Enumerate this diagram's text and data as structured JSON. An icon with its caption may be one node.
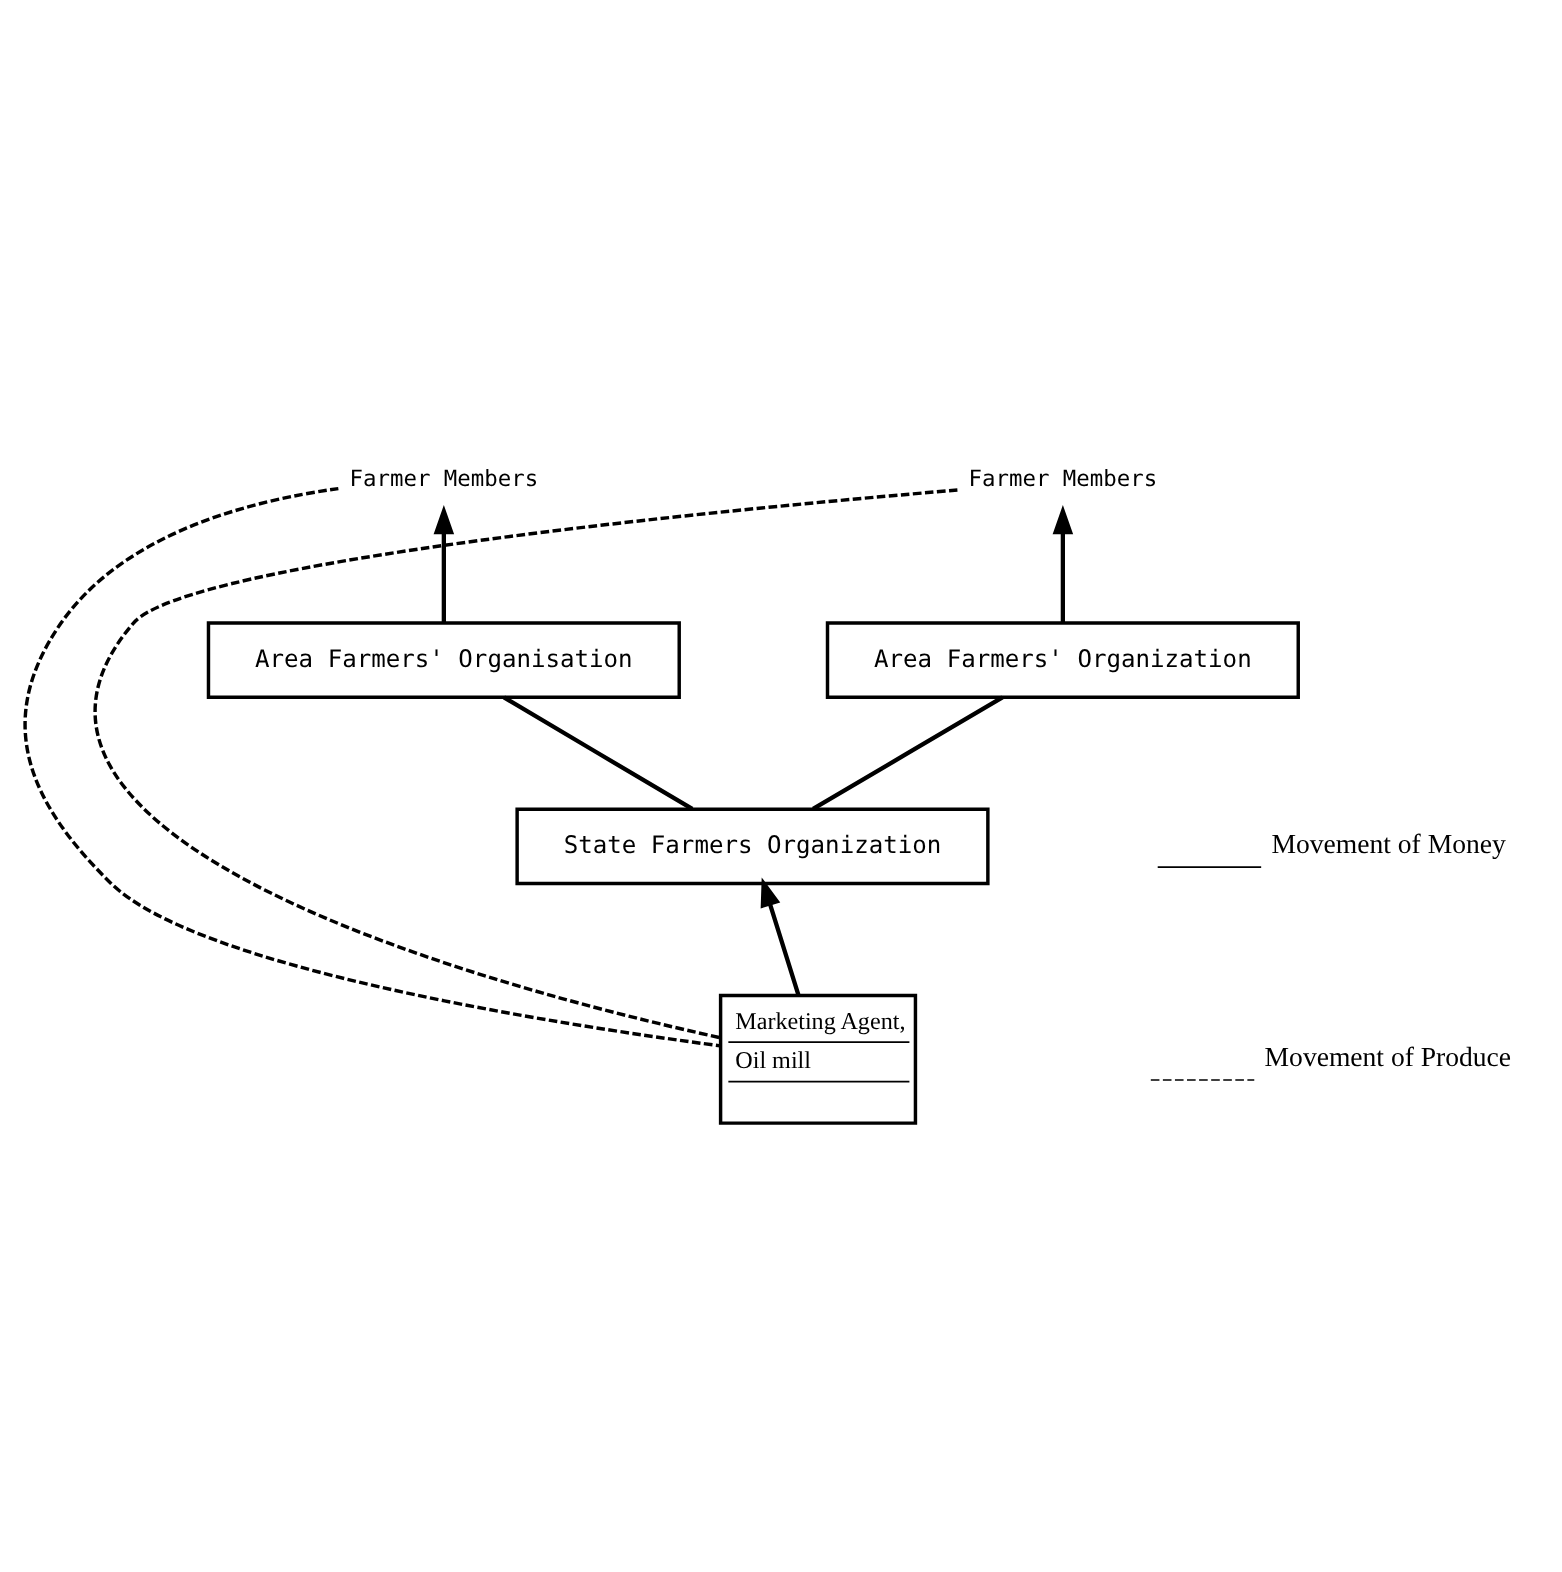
{
  "diagram": {
    "nodes": [
      {
        "text": [
          "Farmer Members"
        ]
      },
      {
        "text": [
          "Farmer Members"
        ]
      },
      {
        "text": [
          "Area Farmers' Organisation"
        ]
      },
      {
        "text": [
          "Area Farmers' Organization"
        ]
      },
      {
        "text": [
          "State Farmers Organization"
        ]
      },
      {
        "text": [
          "Marketing Agent,",
          "Oil mill"
        ]
      }
    ],
    "edges": [
      {
        "from": 2,
        "to": 0,
        "arrow": "to"
      },
      {
        "from": 3,
        "to": 1,
        "arrow": "to"
      },
      {
        "from": 4,
        "to": 2,
        "arrow": "none"
      },
      {
        "from": 4,
        "to": 3,
        "arrow": "none"
      },
      {
        "from": 5,
        "to": 4,
        "arrow": "to"
      },
      {
        "from": 0,
        "to": 5,
        "arrow": "none",
        "style": "dashed"
      },
      {
        "from": 1,
        "to": 5,
        "arrow": "none",
        "style": "dashed"
      }
    ],
    "legend": [
      {
        "text": "Movement of Money"
      },
      {
        "text": "Movement of Produce"
      }
    ]
  }
}
